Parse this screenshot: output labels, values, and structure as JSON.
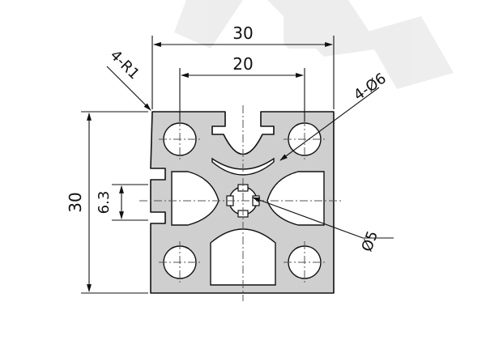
{
  "drawing": {
    "dimensions": {
      "overall_width": "30",
      "hole_spacing": "20",
      "overall_height": "30",
      "slot_width": "6.3",
      "corner_radius": "4-R1",
      "corner_holes": "4-Ø6",
      "center_hole": "Ø5"
    }
  },
  "colors": {
    "profile_fill": "#cfcfcf",
    "profile_stroke": "#111111",
    "centerline": "#555555",
    "watermark": "#e8e8e8"
  }
}
